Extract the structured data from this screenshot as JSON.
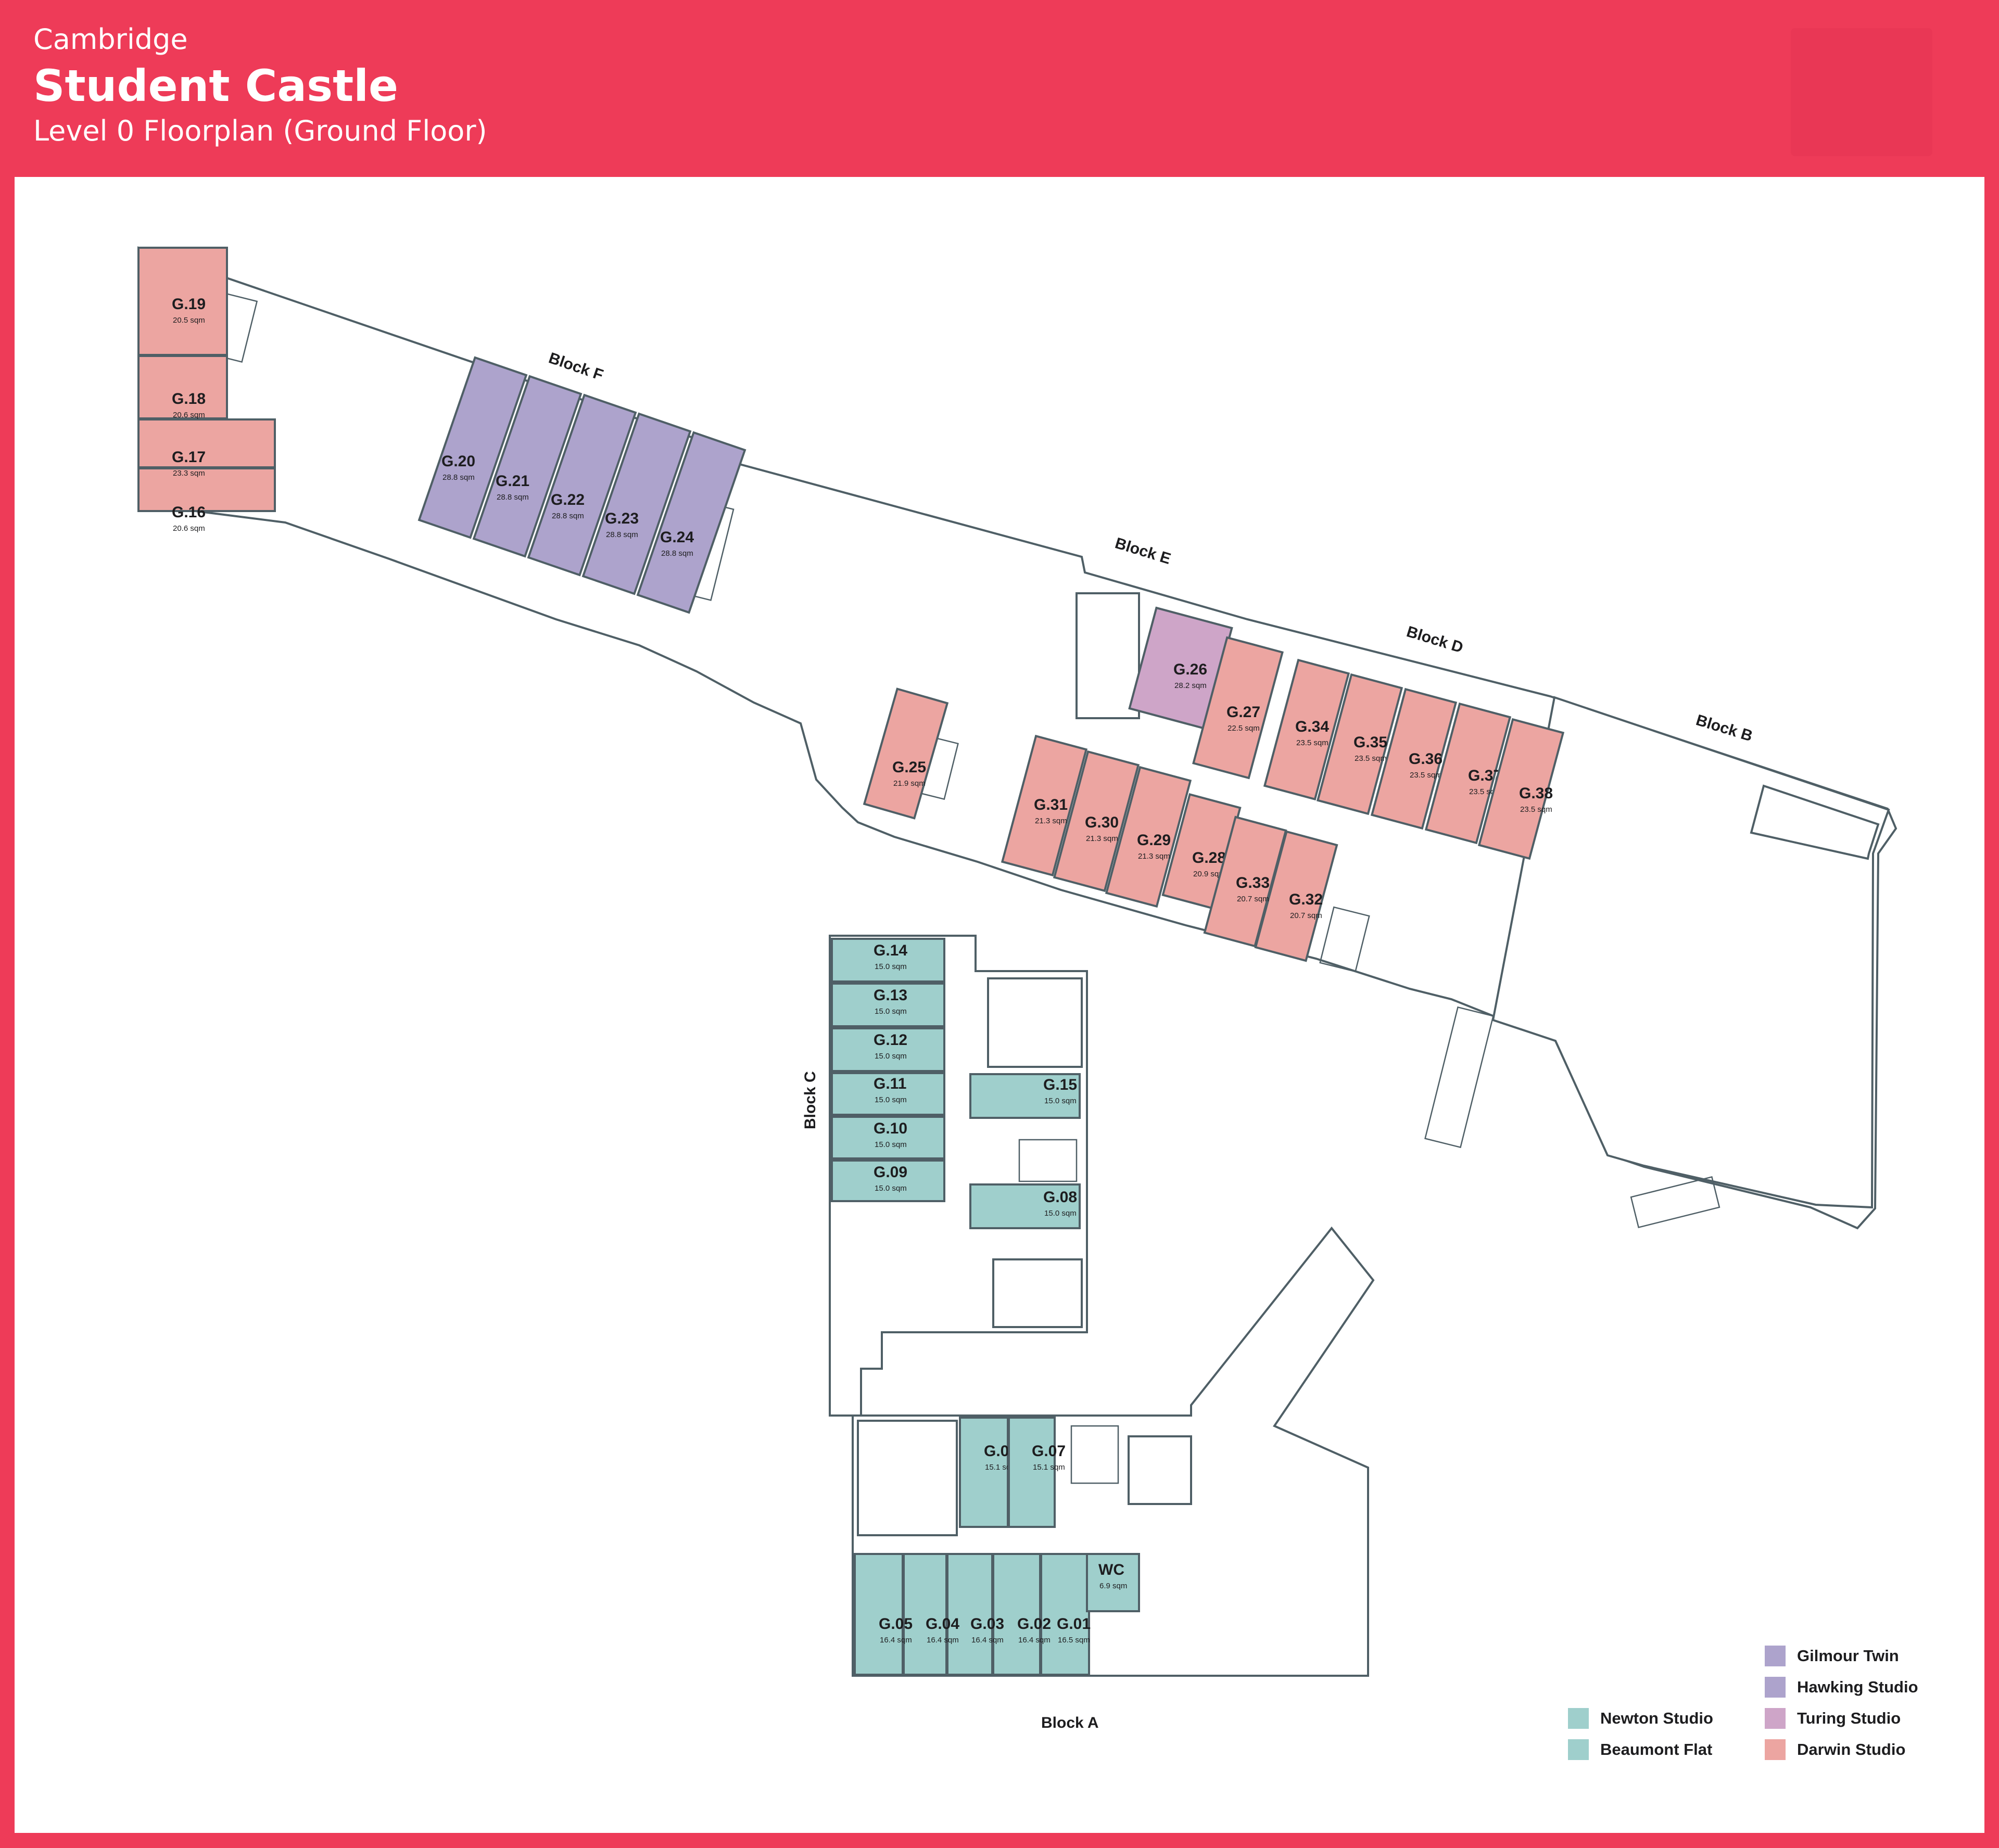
{
  "header": {
    "city": "Cambridge",
    "title": "Student Castle",
    "subtitle": "Level 0 Floorplan (Ground Floor)"
  },
  "colors": {
    "brand": "#ee3b58",
    "newton": "#9fcfcc",
    "beaumont": "#9fcfcc",
    "gilmour": "#ada3cc",
    "hawking": "#ada3cc",
    "turing": "#cea5c8",
    "darwin": "#eca5a1",
    "wall": "#4f5f66"
  },
  "blocks": [
    {
      "id": "F",
      "label": "Block F"
    },
    {
      "id": "E",
      "label": "Block E"
    },
    {
      "id": "D",
      "label": "Block D"
    },
    {
      "id": "B",
      "label": "Block B"
    },
    {
      "id": "C",
      "label": "Block C"
    },
    {
      "id": "A",
      "label": "Block A"
    }
  ],
  "rooms": [
    {
      "id": "G.01",
      "area": "16.5 sqm",
      "type": "newton"
    },
    {
      "id": "G.02",
      "area": "16.4 sqm",
      "type": "newton"
    },
    {
      "id": "G.03",
      "area": "16.4 sqm",
      "type": "newton"
    },
    {
      "id": "G.04",
      "area": "16.4 sqm",
      "type": "newton"
    },
    {
      "id": "G.05",
      "area": "16.4 sqm",
      "type": "newton"
    },
    {
      "id": "G.06",
      "area": "15.1 sqm",
      "type": "newton"
    },
    {
      "id": "G.07",
      "area": "15.1 sqm",
      "type": "newton"
    },
    {
      "id": "G.08",
      "area": "15.0 sqm",
      "type": "newton"
    },
    {
      "id": "G.09",
      "area": "15.0 sqm",
      "type": "newton"
    },
    {
      "id": "G.10",
      "area": "15.0 sqm",
      "type": "newton"
    },
    {
      "id": "G.11",
      "area": "15.0 sqm",
      "type": "newton"
    },
    {
      "id": "G.12",
      "area": "15.0 sqm",
      "type": "newton"
    },
    {
      "id": "G.13",
      "area": "15.0 sqm",
      "type": "newton"
    },
    {
      "id": "G.14",
      "area": "15.0 sqm",
      "type": "newton"
    },
    {
      "id": "G.15",
      "area": "15.0 sqm",
      "type": "newton"
    },
    {
      "id": "G.16",
      "area": "20.6 sqm",
      "type": "darwin"
    },
    {
      "id": "G.17",
      "area": "23.3 sqm",
      "type": "darwin"
    },
    {
      "id": "G.18",
      "area": "20.6 sqm",
      "type": "darwin"
    },
    {
      "id": "G.19",
      "area": "20.5 sqm",
      "type": "darwin"
    },
    {
      "id": "G.20",
      "area": "28.8 sqm",
      "type": "gilmour"
    },
    {
      "id": "G.21",
      "area": "28.8 sqm",
      "type": "gilmour"
    },
    {
      "id": "G.22",
      "area": "28.8 sqm",
      "type": "gilmour"
    },
    {
      "id": "G.23",
      "area": "28.8 sqm",
      "type": "gilmour"
    },
    {
      "id": "G.24",
      "area": "28.8 sqm",
      "type": "gilmour"
    },
    {
      "id": "G.25",
      "area": "21.9 sqm",
      "type": "darwin"
    },
    {
      "id": "G.26",
      "area": "28.2 sqm",
      "type": "turing"
    },
    {
      "id": "G.27",
      "area": "22.5 sqm",
      "type": "darwin"
    },
    {
      "id": "G.28",
      "area": "20.9 sqm",
      "type": "darwin"
    },
    {
      "id": "G.29",
      "area": "21.3 sqm",
      "type": "darwin"
    },
    {
      "id": "G.30",
      "area": "21.3 sqm",
      "type": "darwin"
    },
    {
      "id": "G.31",
      "area": "21.3 sqm",
      "type": "darwin"
    },
    {
      "id": "G.32",
      "area": "20.7 sqm",
      "type": "darwin"
    },
    {
      "id": "G.33",
      "area": "20.7 sqm",
      "type": "darwin"
    },
    {
      "id": "G.34",
      "area": "23.5 sqm",
      "type": "darwin"
    },
    {
      "id": "G.35",
      "area": "23.5 sqm",
      "type": "darwin"
    },
    {
      "id": "G.36",
      "area": "23.5 sqm",
      "type": "darwin"
    },
    {
      "id": "G.37",
      "area": "23.5 sqm",
      "type": "darwin"
    },
    {
      "id": "G.38",
      "area": "23.5 sqm",
      "type": "darwin"
    },
    {
      "id": "WC",
      "area": "6.9 sqm",
      "type": "newton"
    }
  ],
  "legend": [
    {
      "key": "newton",
      "label": "Newton Studio"
    },
    {
      "key": "beaumont",
      "label": "Beaumont Flat"
    },
    {
      "key": "gilmour",
      "label": "Gilmour Twin"
    },
    {
      "key": "hawking",
      "label": "Hawking Studio"
    },
    {
      "key": "turing",
      "label": "Turing Studio"
    },
    {
      "key": "darwin",
      "label": "Darwin Studio"
    }
  ]
}
